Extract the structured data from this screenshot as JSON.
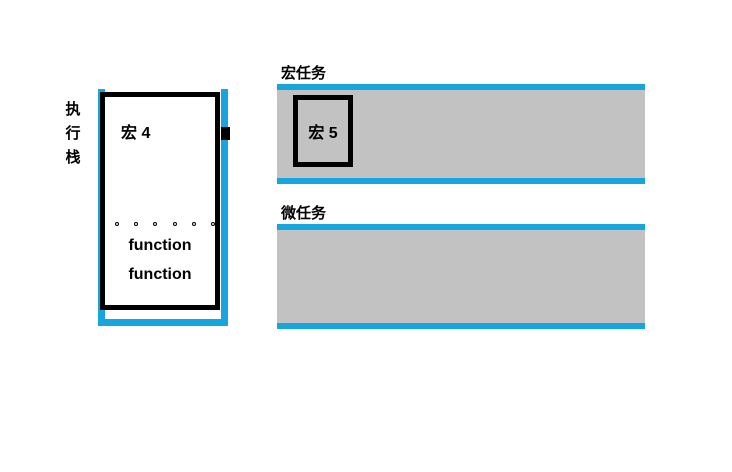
{
  "diagram": {
    "title_chars": [
      "执",
      "行",
      "栈"
    ],
    "call_stack": {
      "label": "执行栈",
      "top_frame_label": "宏 4",
      "dot_count": 6,
      "entries": [
        {
          "label": "function"
        },
        {
          "label": "function"
        }
      ],
      "frame_border_color": "#000000",
      "frame_fill_color": "#ffffff",
      "accent_color": "#17a5dd"
    },
    "queues": [
      {
        "key": "macro",
        "label": "宏任务",
        "band_color": "#c2c2c2",
        "accent_color": "#17a5dd",
        "tasks": [
          {
            "label": "宏 5"
          }
        ]
      },
      {
        "key": "micro",
        "label": "微任务",
        "band_color": "#c2c2c2",
        "accent_color": "#17a5dd",
        "tasks": []
      }
    ]
  }
}
